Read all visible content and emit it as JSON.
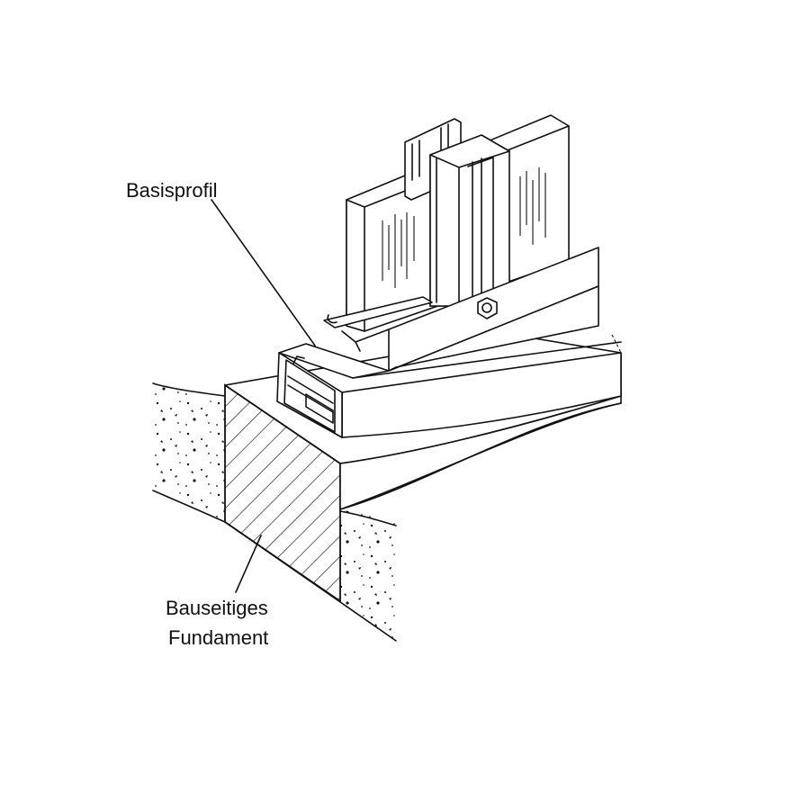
{
  "labels": {
    "basisprofil": "Basisprofil",
    "fundament_line1": "Bauseitiges",
    "fundament_line2": "Fundament"
  },
  "colors": {
    "ink": "#111111",
    "paper": "#ffffff"
  }
}
